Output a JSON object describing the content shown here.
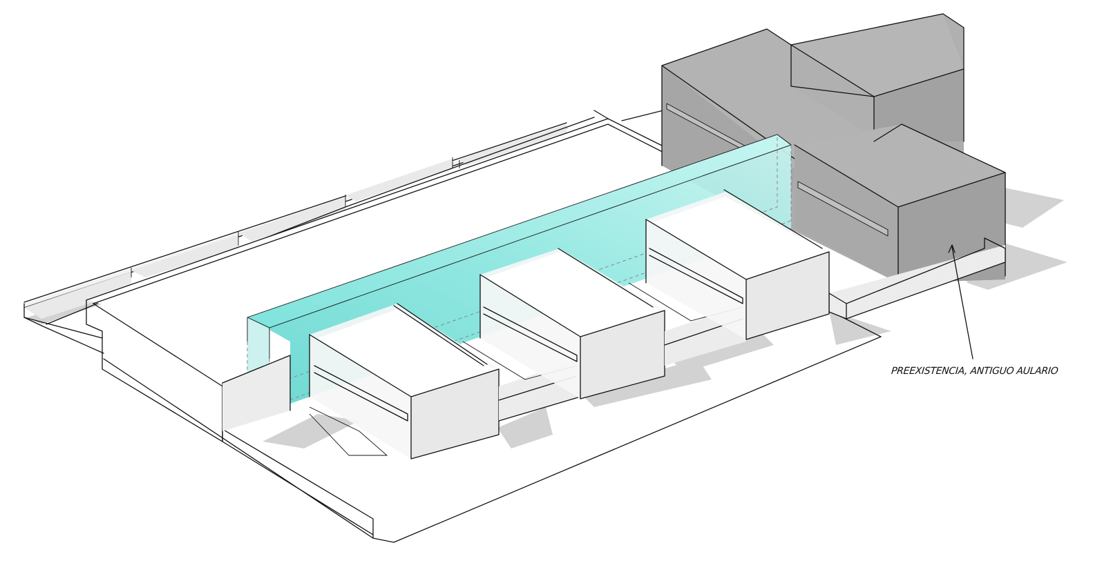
{
  "diagram": {
    "type": "axonometric architectural diagram",
    "annotations": [
      {
        "id": "existing-building-label",
        "text": "PREEXISTENCIA, ANTIGUO AULARIO",
        "points_to": "grey existing building"
      }
    ],
    "elements": [
      {
        "name": "existing-building",
        "description": "Existing classroom building (grey volumes)"
      },
      {
        "name": "new-volume",
        "description": "Highlighted translucent cyan circulation volume"
      },
      {
        "name": "classroom-pavilions",
        "description": "Three white pavilions with pergola beams",
        "count": 3
      },
      {
        "name": "perimeter-walls",
        "description": "Low perimeter walls and ground platform"
      }
    ],
    "colors": {
      "highlight": "#7fe3dc",
      "existing": "#a8a8a8",
      "wall": "#e9e9e9",
      "shadow": "#cfcfcf",
      "line": "#111111"
    }
  }
}
